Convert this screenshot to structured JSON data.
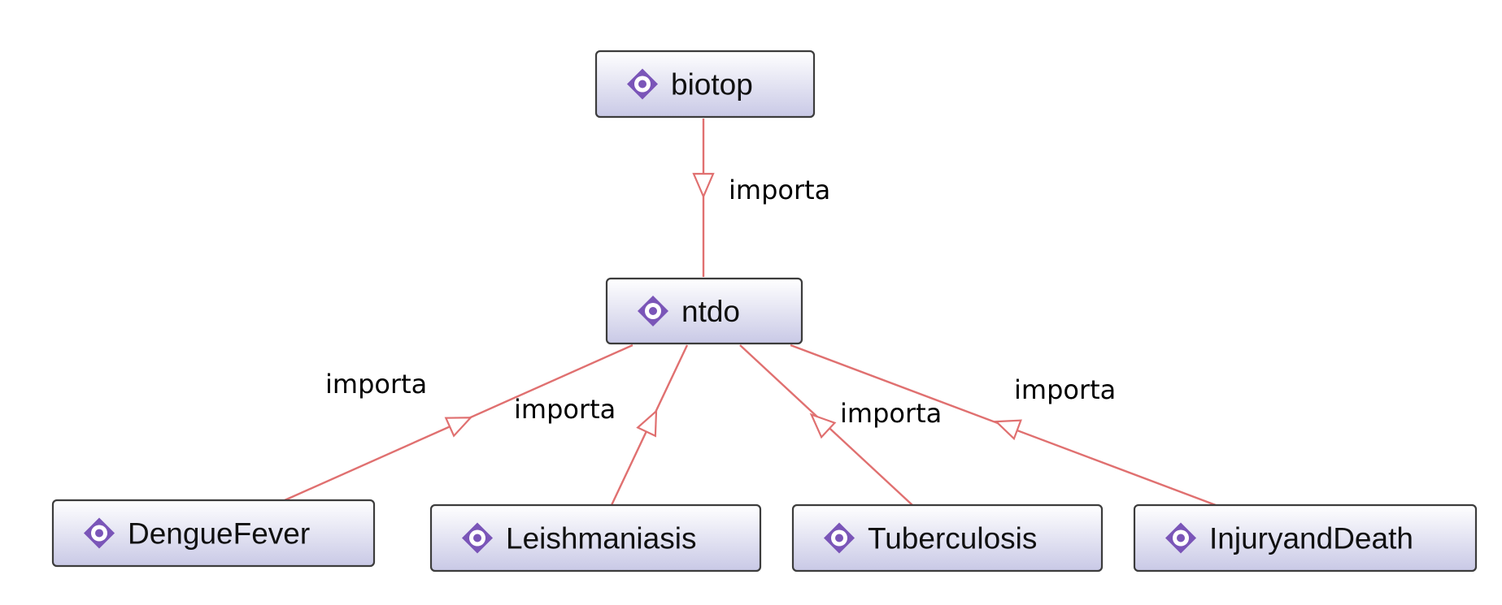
{
  "nodes": [
    {
      "id": "biotop",
      "label": "biotop",
      "icon": "ontology-diamond-icon"
    },
    {
      "id": "ntdo",
      "label": "ntdo",
      "icon": "ontology-diamond-icon"
    },
    {
      "id": "denguefever",
      "label": "DengueFever",
      "icon": "ontology-diamond-icon"
    },
    {
      "id": "leishmaniasis",
      "label": "Leishmaniasis",
      "icon": "ontology-diamond-icon"
    },
    {
      "id": "tuberculosis",
      "label": "Tuberculosis",
      "icon": "ontology-diamond-icon"
    },
    {
      "id": "injuryanddeath",
      "label": "InjuryandDeath",
      "icon": "ontology-diamond-icon"
    }
  ],
  "edges": [
    {
      "from": "ntdo",
      "to": "biotop",
      "label": "importa"
    },
    {
      "from": "denguefever",
      "to": "ntdo",
      "label": "importa"
    },
    {
      "from": "leishmaniasis",
      "to": "ntdo",
      "label": "importa"
    },
    {
      "from": "tuberculosis",
      "to": "ntdo",
      "label": "importa"
    },
    {
      "from": "injuryanddeath",
      "to": "ntdo",
      "label": "importa"
    }
  ],
  "colors": {
    "node_fill_top": "#ffffff",
    "node_fill_bottom": "#c9c9e6",
    "node_border": "#3c3c3c",
    "edge": "#e07070",
    "icon": "#7a55b8"
  }
}
